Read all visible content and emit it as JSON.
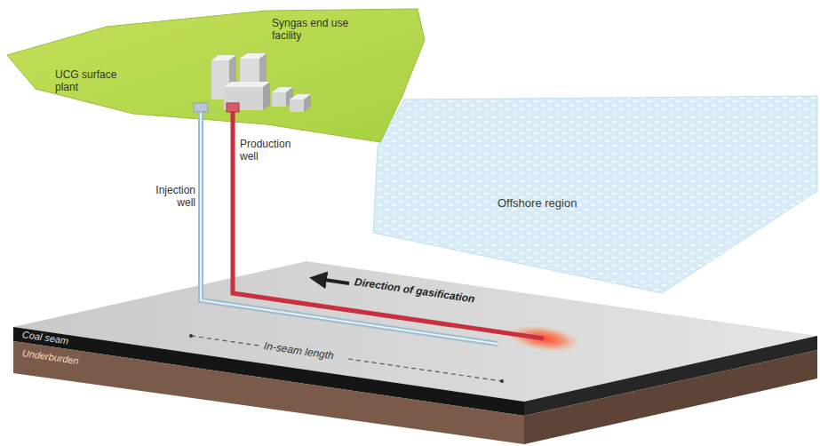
{
  "diagram": {
    "labels": [
      "UCG surface plant",
      "Syngas end use facility",
      "Injection well",
      "Production well",
      "Offshore region",
      "Direction of gasification",
      "In-seam length",
      "Coal seam",
      "Underburden"
    ]
  }
}
